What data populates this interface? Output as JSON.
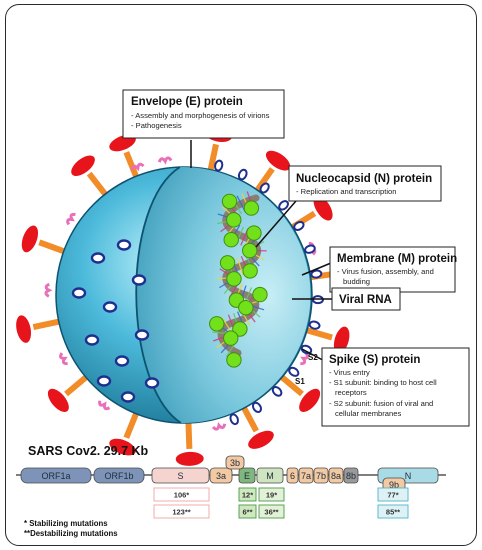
{
  "callouts": {
    "envelope": {
      "title": "Envelope (E) protein",
      "lines": [
        "- Assembly and morphogenesis of virions",
        "- Pathogenesis"
      ]
    },
    "nucleocapsid": {
      "title": "Nucleocapsid (N) protein",
      "lines": [
        "- Replication and transcription"
      ]
    },
    "membrane": {
      "title": "Membrane (M) protein",
      "lines": [
        "- Virus fusion, assembly, and",
        "budding"
      ]
    },
    "rna": {
      "title": "Viral RNA"
    },
    "spike": {
      "title": "Spike (S) protein",
      "lines": [
        "- Virus entry",
        "- S1 subunit: binding to host cell",
        "receptors",
        "- S2 subunit:  fusion of viral and",
        "cellular membranes"
      ]
    }
  },
  "virion_labels": {
    "s1": "S1",
    "s2": "S2"
  },
  "genome": {
    "title": "SARS Cov2.  29.7 Kb",
    "genes": [
      {
        "id": "orf1a",
        "label": "ORF1a",
        "color": "#7d94b8"
      },
      {
        "id": "orf1b",
        "label": "ORF1b",
        "color": "#7d94b8"
      },
      {
        "id": "s",
        "label": "S",
        "color": "#f5d3cf"
      },
      {
        "id": "3a",
        "label": "3a",
        "color": "#f2c9a2"
      },
      {
        "id": "3b",
        "label": "3b",
        "color": "#f2c9a2"
      },
      {
        "id": "e",
        "label": "E",
        "color": "#7fb77e"
      },
      {
        "id": "m",
        "label": "M",
        "color": "#cfe5c2"
      },
      {
        "id": "6",
        "label": "6",
        "color": "#f2c9a2"
      },
      {
        "id": "7a",
        "label": "7a",
        "color": "#f2c9a2"
      },
      {
        "id": "7b",
        "label": "7b",
        "color": "#f2c9a2"
      },
      {
        "id": "8a",
        "label": "8a",
        "color": "#f2c9a2"
      },
      {
        "id": "8b",
        "label": "8b",
        "color": "#9a9a9a"
      },
      {
        "id": "9b",
        "label": "9b",
        "color": "#f2c9a2"
      },
      {
        "id": "n",
        "label": "N",
        "color": "#a9dbe6"
      }
    ],
    "mutations": {
      "s": {
        "stab": "106*",
        "destab": "123**"
      },
      "e": {
        "stab": "12*",
        "destab": "6**"
      },
      "m": {
        "stab": "19*",
        "destab": "36**"
      },
      "n": {
        "stab": "77*",
        "destab": "85**"
      }
    }
  },
  "legend": {
    "stabilizing": "*  Stabilizing mutations",
    "destabilizing": "**Destabilizing mutations"
  },
  "colors": {
    "sphere": "#3aa7c9",
    "spike_head": "#e8141c",
    "spike_stalk": "#f28c28",
    "envelope_protein": "#e86fb8",
    "membrane_protein": "#1f2f8f",
    "nucleocapsid": "#72e01a",
    "rna": "#8a7d73"
  }
}
